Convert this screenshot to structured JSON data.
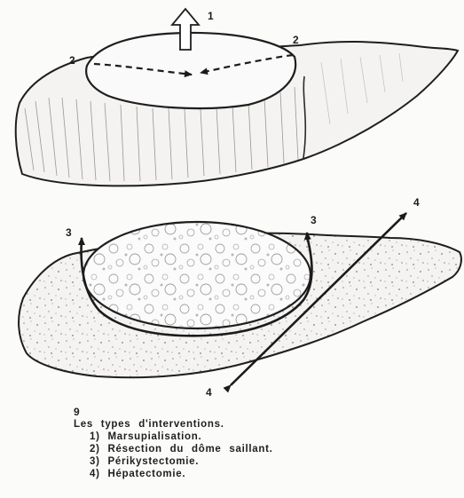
{
  "figure": {
    "number": "9",
    "heading": "Les types d'interventions.",
    "items": [
      "1) Marsupialisation.",
      "2) Résection du dôme saillant.",
      "3) Périkystectomie.",
      "4) Hépatectomie."
    ]
  },
  "labels": {
    "marsupialisation": "1",
    "dome_resection_left": "2",
    "dome_resection_right": "2",
    "pericystectomy_left": "3",
    "pericystectomy_right": "3",
    "hepatectomy_top": "4",
    "hepatectomy_bottom": "4"
  }
}
